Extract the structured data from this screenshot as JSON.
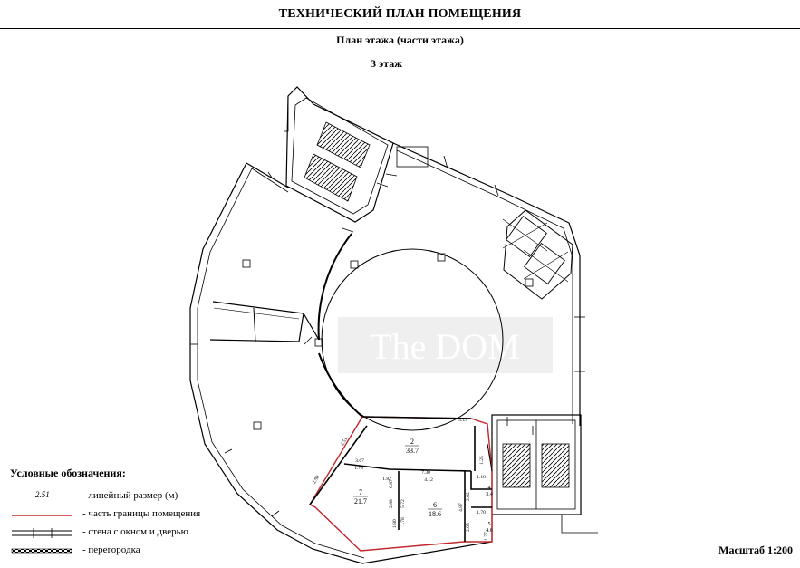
{
  "document": {
    "title": "ТЕХНИЧЕСКИЙ ПЛАН ПОМЕЩЕНИЯ",
    "subtitle": "План этажа (части этажа)",
    "floor": "3 этаж",
    "scale": "Масштаб 1:200",
    "watermark": "The DOM"
  },
  "legend": {
    "title": "Условные обозначения:",
    "items": [
      {
        "symbol": "dimension",
        "sample": "2.51",
        "text": "- линейный размер (м)"
      },
      {
        "symbol": "boundary-line",
        "text": "- часть границы помещения"
      },
      {
        "symbol": "wall-window-door",
        "text": "- стена с окном и дверью"
      },
      {
        "symbol": "partition",
        "text": "- перегородка"
      }
    ]
  },
  "rooms": [
    {
      "number": "2",
      "area": "33.7"
    },
    {
      "number": "7",
      "area": "21.7"
    },
    {
      "number": "6",
      "area": "18.6"
    },
    {
      "number": "4",
      "area": "3.4"
    },
    {
      "number": "5",
      "area": "4.6"
    }
  ],
  "dimensions": [
    "2.51",
    "5.13",
    "3.67",
    "2.90",
    "1.79",
    "1.82",
    "7.30",
    "4.12",
    "2.88",
    "5.72",
    "1.78",
    "1.18",
    "2.02",
    "4.87",
    "1.70",
    "2.05",
    "1.77",
    "1.80",
    "0.87",
    "1.25"
  ],
  "colors": {
    "boundary": "#c0282d",
    "wall": "#000000",
    "watermark": "#e6e6e6"
  }
}
